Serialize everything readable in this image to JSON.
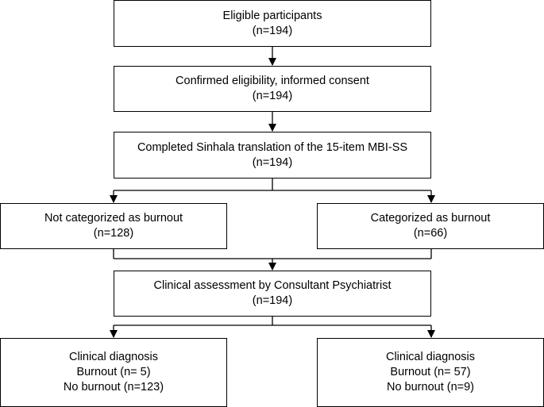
{
  "flowchart": {
    "eligible": {
      "title": "Eligible participants",
      "n": "(n=194)"
    },
    "consent": {
      "title": "Confirmed eligibility, informed consent",
      "n": "(n=194)"
    },
    "translation": {
      "title": "Completed Sinhala translation of the 15-item MBI-SS",
      "n": "(n=194)"
    },
    "not_burnout": {
      "title": "Not categorized as burnout",
      "n": "(n=128)"
    },
    "burnout": {
      "title": "Categorized as burnout",
      "n": "(n=66)"
    },
    "clinical": {
      "title": "Clinical assessment by Consultant Psychiatrist",
      "n": "(n=194)"
    },
    "diag_left": {
      "title": "Clinical diagnosis",
      "line1": "Burnout (n= 5)",
      "line2": "No burnout (n=123)"
    },
    "diag_right": {
      "title": "Clinical diagnosis",
      "line1": "Burnout (n= 57)",
      "line2": "No burnout (n=9)"
    }
  }
}
